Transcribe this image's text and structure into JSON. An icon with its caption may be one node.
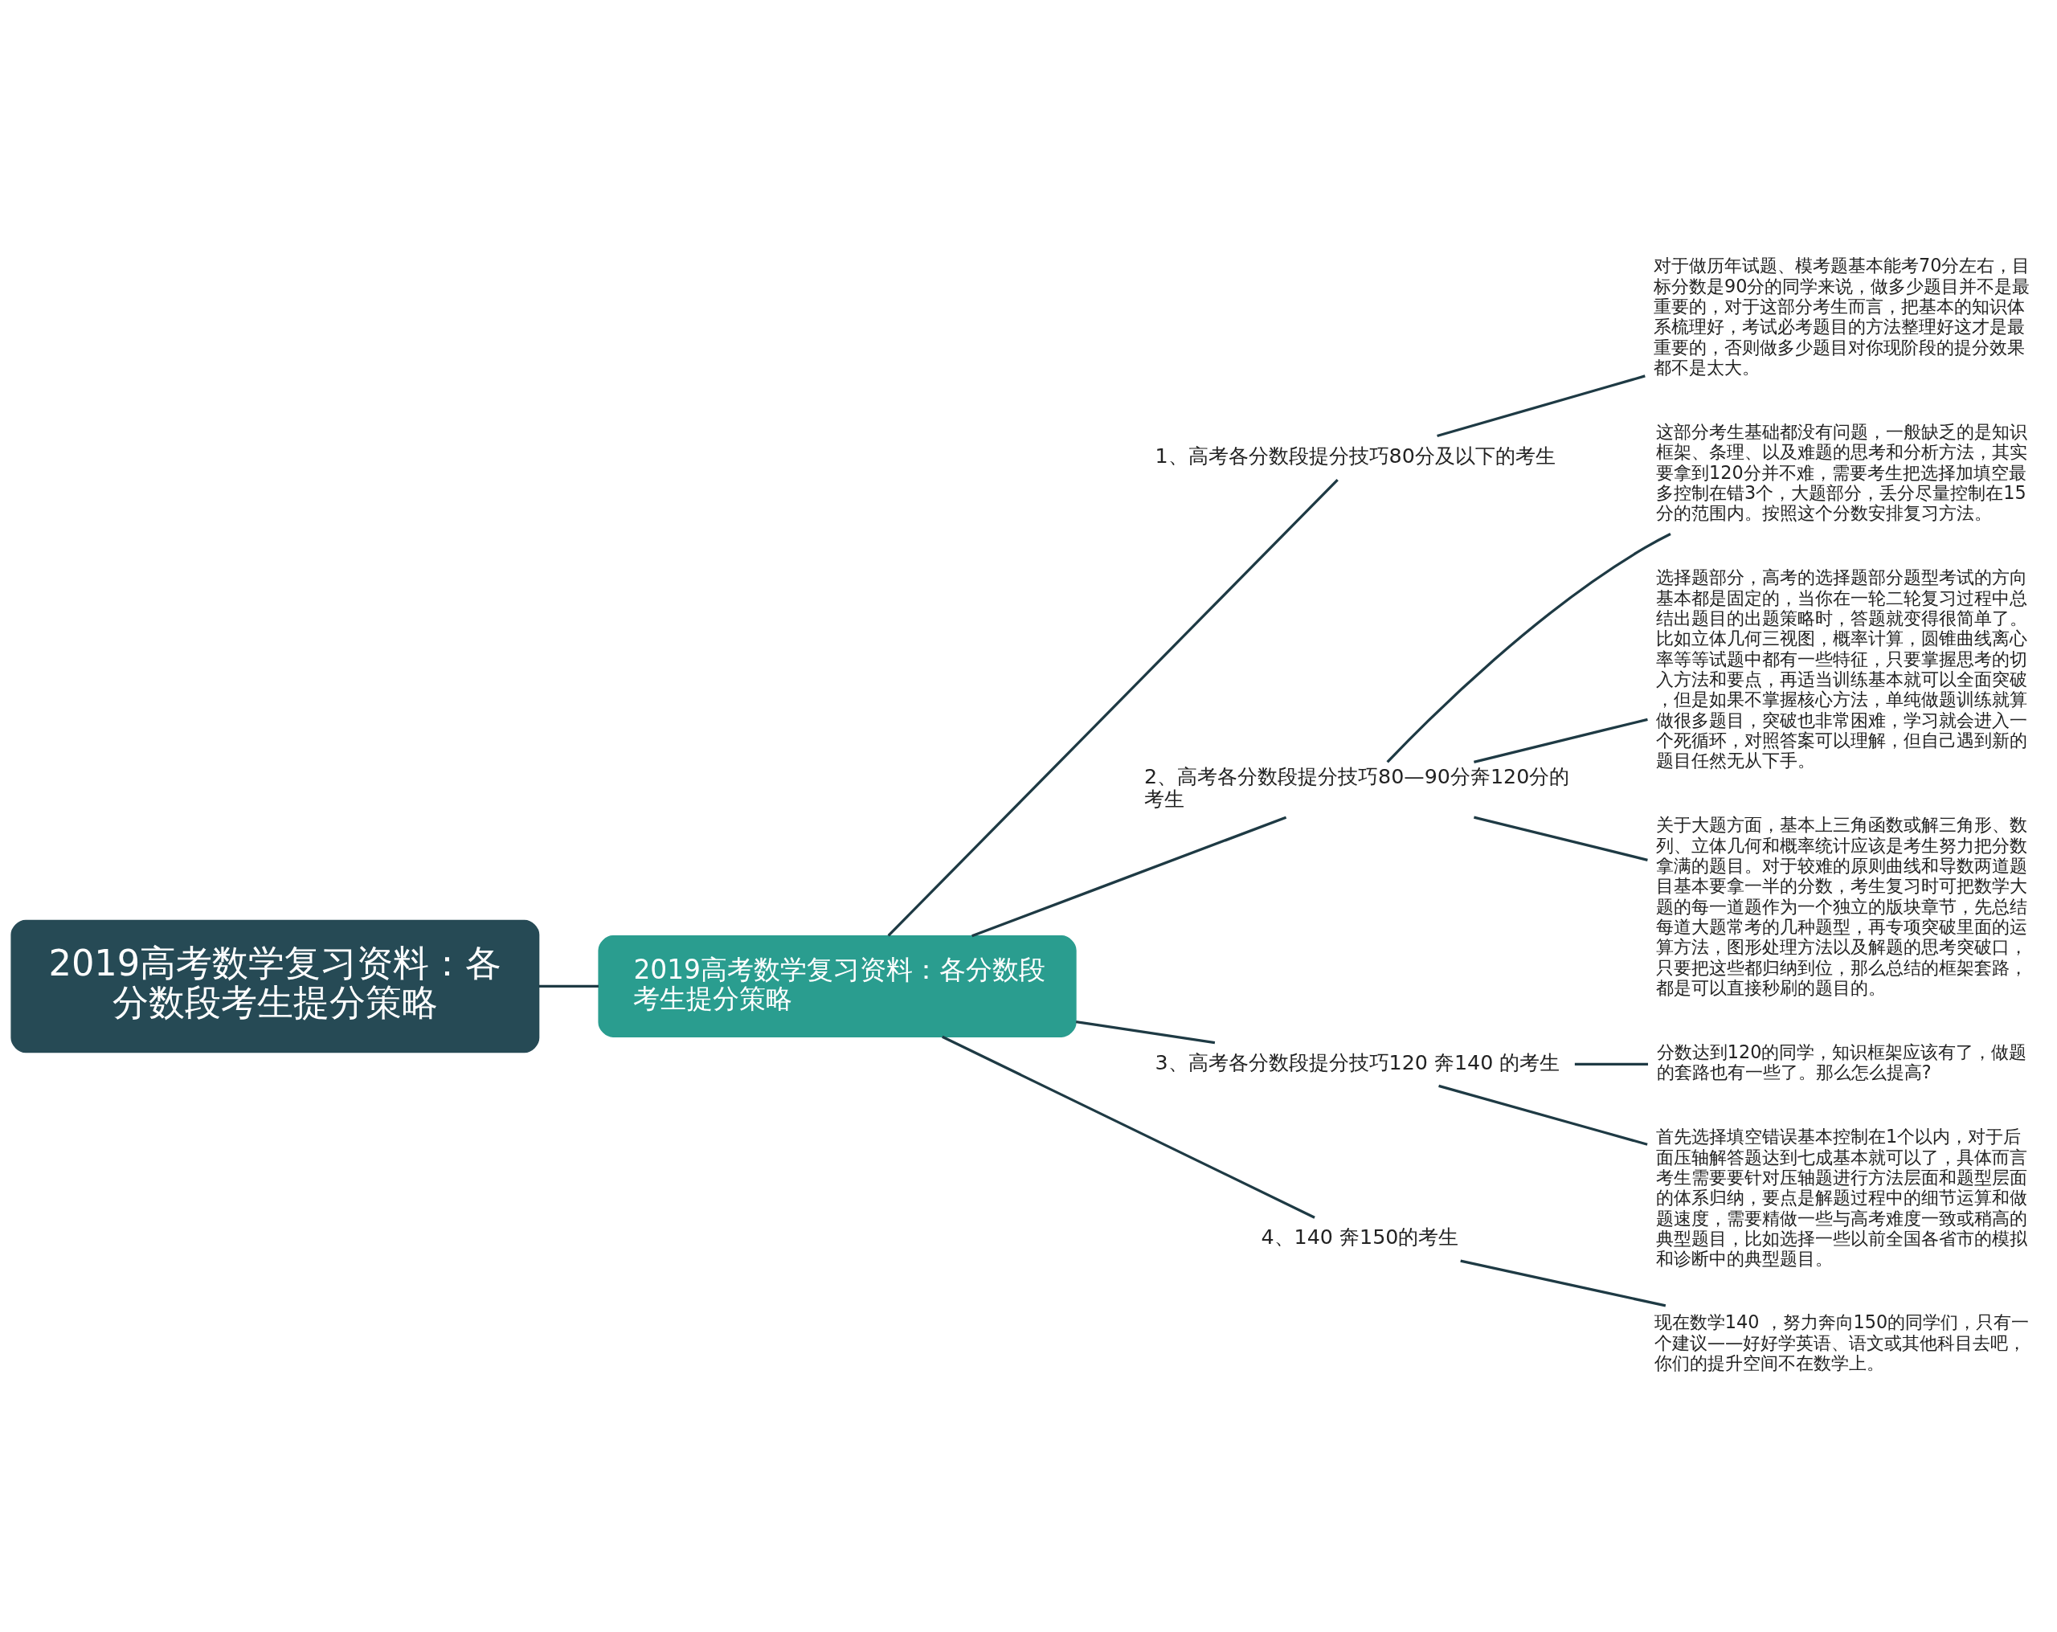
{
  "diagram": {
    "nodes": [
      {
        "text": [
          "2019高考数学复习资料：各分数段考生提分策略"
        ]
      },
      {
        "text": [
          "2019高考数学复习资料：各分数段考生提分策略"
        ]
      },
      {
        "text": [
          "1、高考各分数段提分技巧80分及以下的考生"
        ]
      },
      {
        "text": [
          "对于做历年试题、模考题基本能考70分左右，目标分数是90分的同学来说，做多少题目并不是最重要的，对于这部分考生而言，把基本的知识体系梳理好，考试必考题目的方法整理好这才是最重要的，否则做多少题目对你现阶段的提分效果都不是太大。"
        ]
      },
      {
        "text": [
          "2、高考各分数段提分技巧80—90分奔120分的考生"
        ]
      },
      {
        "text": [
          "这部分考生基础都没有问题，一般缺乏的是知识框架、条理、以及难题的思考和分析方法，其实要拿到120分并不难，需要考生把选择加填空最多控制在错3个，大题部分，丢分尽量控制在15分的范围内。按照这个分数安排复习方法。"
        ]
      },
      {
        "text": [
          "选择题部分，高考的选择题部分题型考试的方向基本都是固定的，当你在一轮二轮复习过程中总结出题目的出题策略时，答题就变得很简单了。比如立体几何三视图，概率计算，圆锥曲线离心率等等试题中都有一些特征，只要掌握思考的切入方法和要点，再适当训练基本就可以全面突破，但是如果不掌握核心方法，单纯做题训练就算做很多题目，突破也非常困难，学习就会进入一个死循环，对照答案可以理解，但自己遇到新的题目任然无从下手。"
        ]
      },
      {
        "text": [
          "关于大题方面，基本上三角函数或解三角形、数列、立体几何和概率统计应该是考生努力把分数拿满的题目。对于较难的原则曲线和导数两道题目基本要拿一半的分数，考生复习时可把数学大题的每一道题作为一个独立的版块章节，先总结每道大题常考的几种题型，再专项突破里面的运算方法，图形处理方法以及解题的思考突破口，只要把这些都归纳到位，那么总结的框架套路，都是可以直接秒刷的题目的。"
        ]
      },
      {
        "text": [
          "3、高考各分数段提分技巧120 奔140 的考生"
        ]
      },
      {
        "text": [
          "分数达到120的同学，知识框架应该有了，做题的套路也有一些了。那么怎么提高?"
        ]
      },
      {
        "text": [
          "首先选择填空错误基本控制在1个以内，对于后面压轴解答题达到七成基本就可以了，具体而言考生需要要针对压轴题进行方法层面和题型层面的体系归纳，要点是解题过程中的细节运算和做题速度，需要精做一些与高考难度一致或稍高的典型题目，比如选择一些以前全国各省市的模拟和诊断中的典型题目。"
        ]
      },
      {
        "text": [
          "4、140 奔150的考生"
        ]
      },
      {
        "text": [
          "现在数学140 ，努力奔向150的同学们，只有一个建议——好好学英语、语文或其他科目去吧，你们的提升空间不在数学上。"
        ]
      }
    ],
    "edges": [
      {
        "from": 0,
        "to": 1,
        "arrow": "none"
      },
      {
        "from": 1,
        "to": 2,
        "arrow": "none"
      },
      {
        "from": 1,
        "to": 4,
        "arrow": "none"
      },
      {
        "from": 1,
        "to": 8,
        "arrow": "none"
      },
      {
        "from": 1,
        "to": 11,
        "arrow": "none"
      },
      {
        "from": 2,
        "to": 3,
        "arrow": "none"
      },
      {
        "from": 4,
        "to": 5,
        "arrow": "none"
      },
      {
        "from": 4,
        "to": 6,
        "arrow": "none"
      },
      {
        "from": 4,
        "to": 7,
        "arrow": "none"
      },
      {
        "from": 8,
        "to": 9,
        "arrow": "none"
      },
      {
        "from": 8,
        "to": 10,
        "arrow": "none"
      },
      {
        "from": 11,
        "to": 12,
        "arrow": "none"
      }
    ]
  }
}
